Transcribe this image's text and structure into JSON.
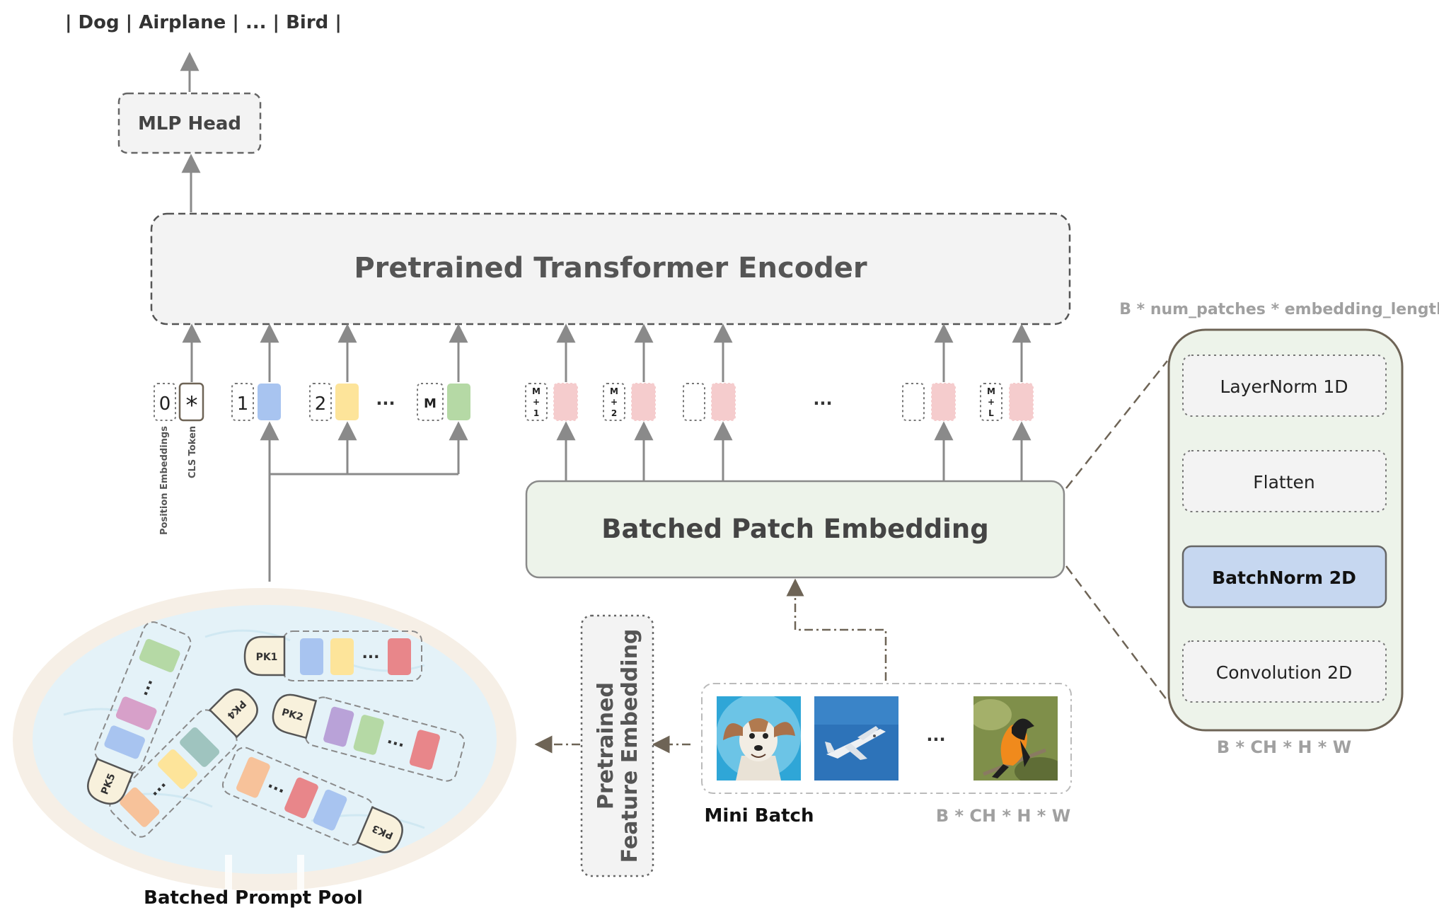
{
  "output_label": "| Dog | Airplane | ... | Bird |",
  "mlp_head": "MLP Head",
  "encoder": "Pretrained Transformer Encoder",
  "patch_embedding": "Batched Patch Embedding",
  "pos_label": "Position Embeddings",
  "cls_label": "CLS Token",
  "cls_symbol": "*",
  "tokens": {
    "pos0": "0",
    "pos1": "1",
    "pos2": "2",
    "posM": "M",
    "ellipsis": "...",
    "m1": [
      "M",
      "+",
      "1"
    ],
    "m2": [
      "M",
      "+",
      "2"
    ],
    "mL": [
      "M",
      "+",
      "L"
    ],
    "ellipsis2": "..."
  },
  "dims_top": "B * num_patches * embedding_length",
  "dims_bottom": "B * CH * H * W",
  "dims_batch": "B * CH * H * W",
  "detail_layers": [
    "LayerNorm 1D",
    "Flatten",
    "BatchNorm 2D",
    "Convolution 2D"
  ],
  "feature_embedding": [
    "Pretrained",
    "Feature Embedding"
  ],
  "mini_batch": "Mini Batch",
  "batch_ellipsis": "...",
  "prompt_pool": "Batched Prompt Pool",
  "prompt_keys": [
    "PK1",
    "PK2",
    "PK3",
    "PK4",
    "PK5"
  ],
  "pool_ellipsis": "...",
  "images": [
    "dog",
    "airplane",
    "bird"
  ],
  "colors": {
    "blue": "#a8c4f0",
    "yellow": "#fde49a",
    "green": "#b5d9a5",
    "pink": "#f5cccd",
    "red": "#e8868a",
    "purple": "#b9a2d8",
    "teal": "#9fc4bf",
    "orange": "#f7c29a",
    "magenta": "#d7a0c9",
    "encoder_fill": "#f3f3f3",
    "patch_fill": "#edf3ea",
    "batchnorm_fill": "#c6d7f0",
    "pool_water": "#e4f2f8",
    "pool_rim": "#f6efe6",
    "arrow": "#8a8a8a",
    "dash_brown": "#6e6456"
  }
}
